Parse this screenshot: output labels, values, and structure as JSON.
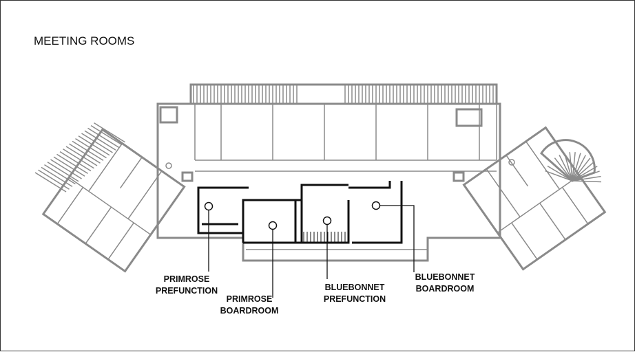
{
  "title": "MEETING ROOMS",
  "rooms": [
    {
      "name_line1": "PRIMROSE",
      "name_line2": "PREFUNCTION"
    },
    {
      "name_line1": "PRIMROSE",
      "name_line2": "BOARDROOM"
    },
    {
      "name_line1": "BLUEBONNET",
      "name_line2": "PREFUNCTION"
    },
    {
      "name_line1": "BLUEBONNET",
      "name_line2": "BOARDROOM"
    }
  ],
  "colors": {
    "highlight": "#111111",
    "building": "#8a8a8a"
  }
}
